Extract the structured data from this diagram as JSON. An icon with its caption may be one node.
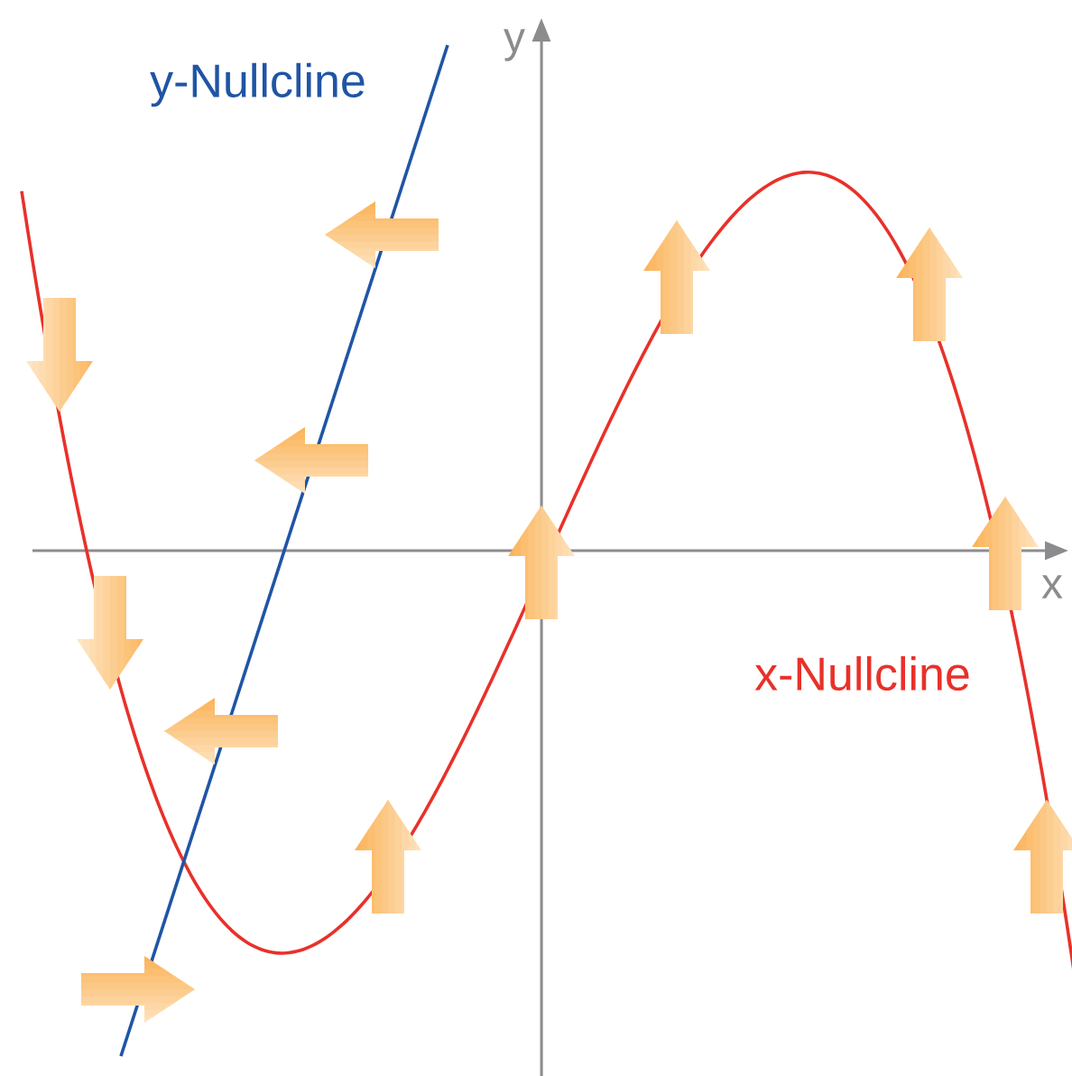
{
  "diagram": {
    "labels": [
      "y-Nullcline",
      "y",
      "x",
      "x-Nullcline"
    ]
  }
}
